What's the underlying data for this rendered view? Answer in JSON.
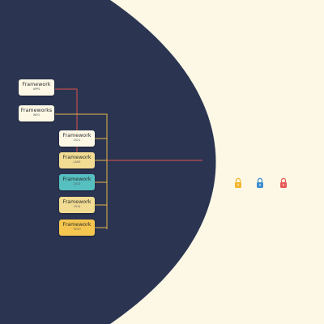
{
  "colors": {
    "background": "#fdf8e6",
    "panel": "#2b3552",
    "connector_primary": "#e0524a",
    "connector_secondary": "#e6b84a",
    "card_light": "#fdf8e6",
    "card_tan": "#f2dc93",
    "card_teal": "#56bfbf",
    "card_gold": "#f5c64f"
  },
  "diagram": {
    "nodes": [
      {
        "title": "Framework",
        "subtitle": "APPS",
        "style": "light"
      },
      {
        "title": "Frameworks",
        "subtitle": "INFO",
        "style": "light"
      },
      {
        "title": "Framework",
        "subtitle": "2021",
        "style": "light"
      },
      {
        "title": "Framework",
        "subtitle": "LAUS",
        "style": "tan"
      },
      {
        "title": "Framework",
        "subtitle": "2015",
        "style": "teal"
      },
      {
        "title": "Framework",
        "subtitle": "2014",
        "style": "tan"
      },
      {
        "title": "Framework",
        "subtitle": "TECH",
        "style": "gold"
      }
    ],
    "locks": [
      {
        "icon": "lock-icon",
        "color": "#f2b72f"
      },
      {
        "icon": "lock-icon",
        "color": "#3f8fd1"
      },
      {
        "icon": "lock-icon",
        "color": "#e85a5a"
      }
    ]
  }
}
